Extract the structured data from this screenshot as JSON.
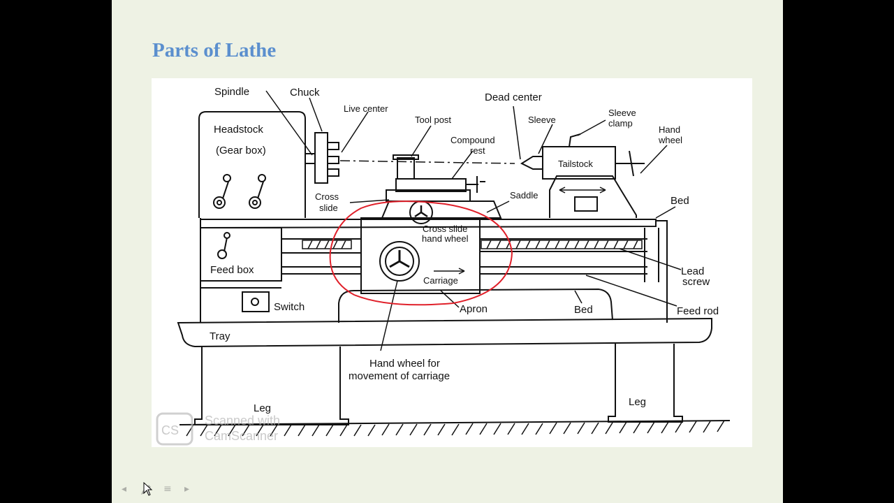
{
  "slide": {
    "title": "Parts of Lathe"
  },
  "diagram": {
    "labels": {
      "spindle": "Spindle",
      "chuck": "Chuck",
      "live_center": "Live center",
      "tool_post": "Tool post",
      "compound_rest_1": "Compound",
      "compound_rest_2": "rest",
      "dead_center": "Dead center",
      "sleeve": "Sleeve",
      "sleeve_clamp_1": "Sleeve",
      "sleeve_clamp_2": "clamp",
      "hand_wheel_1": "Hand",
      "hand_wheel_2": "wheel",
      "headstock_1": "Headstock",
      "headstock_2": "(Gear box)",
      "tailstock": "Tailstock",
      "cross_slide_1": "Cross",
      "cross_slide_2": "slide",
      "saddle": "Saddle",
      "bed_top": "Bed",
      "cross_slide_hw_1": "Cross slide",
      "cross_slide_hw_2": "hand wheel",
      "feed_box": "Feed box",
      "carriage": "Carriage",
      "lead_screw_1": "Lead",
      "lead_screw_2": "screw",
      "switch": "Switch",
      "apron": "Apron",
      "bed_bottom": "Bed",
      "feed_rod": "Feed rod",
      "tray": "Tray",
      "hw_carriage_1": "Hand wheel for",
      "hw_carriage_2": "movement of carriage",
      "leg_left": "Leg",
      "leg_right": "Leg"
    },
    "watermark_1": "Scanned with",
    "watermark_2": "CamScanner",
    "watermark_badge": "CS",
    "highlight_color": "#e0202a"
  },
  "controls": {
    "prev_icon": "◂",
    "pen_icon": "pen-icon",
    "menu_icon": "≡",
    "next_icon": "▸"
  }
}
